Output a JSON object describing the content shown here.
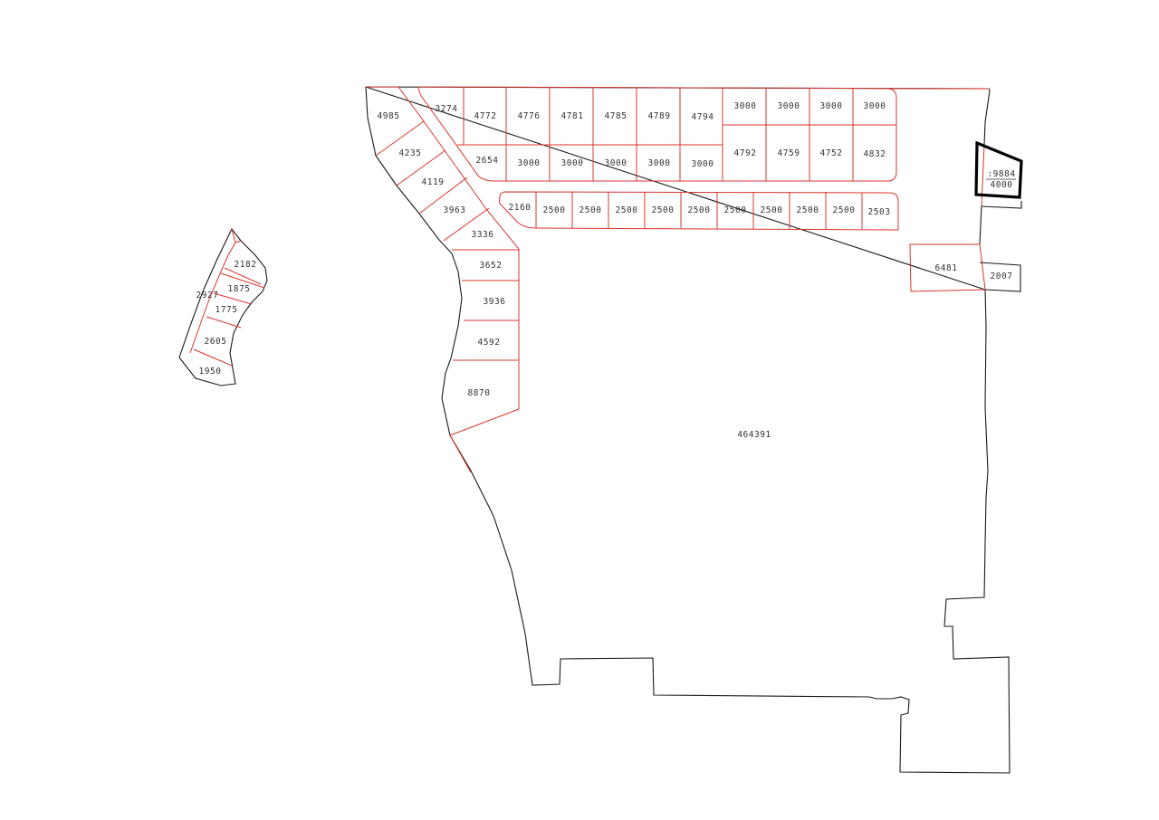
{
  "map": {
    "colors": {
      "outer_boundary": "#1a1a1a",
      "parcel_lines": "#d9352b",
      "highlighted_parcel": "#000000",
      "label_text": "#333333",
      "background": "#ffffff"
    },
    "highlighted_parcel": {
      "label_top": ":9884",
      "label_bottom": "4000"
    },
    "west_cluster": {
      "parcels": [
        "2182",
        "2927",
        "1875",
        "1775",
        "2605",
        "1950"
      ]
    },
    "west_strip": {
      "parcels": [
        "4985",
        "4235",
        "4119",
        "3963",
        "3336",
        "3652",
        "3936",
        "4592",
        "8870"
      ]
    },
    "north_block": {
      "top_row": [
        "3274",
        "4772",
        "4776",
        "4781",
        "4785",
        "4789",
        "4794",
        "3000",
        "3000",
        "3000",
        "3000"
      ],
      "bottom_row": [
        "2654",
        "3000",
        "3000",
        "3000",
        "3000",
        "3000",
        "4792",
        "4759",
        "4752",
        "4832"
      ]
    },
    "middle_row": [
      "2160",
      "2500",
      "2500",
      "2500",
      "2500",
      "2500",
      "2500",
      "2500",
      "2500",
      "2500",
      "2503"
    ],
    "east_parcels": [
      "6481",
      "2007"
    ],
    "main_parcel": "464391"
  }
}
